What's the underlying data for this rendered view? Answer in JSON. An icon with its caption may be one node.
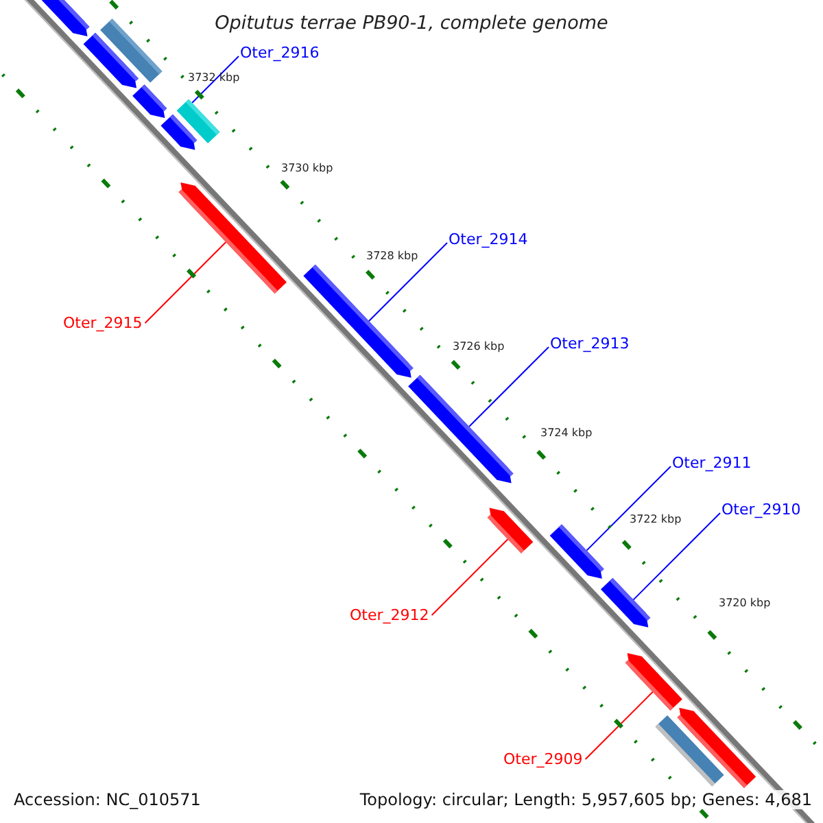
{
  "diagram": {
    "title": "Opitutus terrae PB90-1, complete genome",
    "nodes": [
      {
        "text": [
          "Oter_2916"
        ]
      },
      {
        "text": [
          "Oter_2914"
        ]
      },
      {
        "text": [
          "Oter_2915"
        ]
      },
      {
        "text": [
          "Oter_2913"
        ]
      },
      {
        "text": [
          "Oter_2911"
        ]
      },
      {
        "text": [
          "Oter_2910"
        ]
      },
      {
        "text": [
          "Oter_2912"
        ]
      },
      {
        "text": [
          "Oter_2909"
        ]
      },
      {
        "text": [],
        "shape": "bar"
      },
      {
        "text": [],
        "shape": "box"
      },
      {
        "text": [],
        "shape": "bar"
      },
      {
        "text": [],
        "shape": "bar"
      },
      {
        "text": [],
        "shape": "bar"
      },
      {
        "text": [],
        "shape": "box"
      },
      {
        "text": [],
        "shape": "bar"
      },
      {
        "text": [],
        "shape": "bar"
      },
      {
        "text": [],
        "shape": "bar"
      },
      {
        "text": [],
        "shape": "bar"
      },
      {
        "text": [],
        "shape": "bar"
      },
      {
        "text": [],
        "shape": "bar"
      },
      {
        "text": [],
        "shape": "bar"
      },
      {
        "text": [],
        "shape": "box"
      },
      {
        "text": [],
        "shape": "bar"
      }
    ],
    "edges": [
      {
        "from": 0,
        "to": 13,
        "arrow": "none"
      },
      {
        "from": 1,
        "to": 15,
        "arrow": "none"
      },
      {
        "from": 2,
        "to": 14,
        "arrow": "none",
        "color": "#ff0000"
      },
      {
        "from": 3,
        "to": 16,
        "arrow": "none"
      },
      {
        "from": 4,
        "to": 18,
        "arrow": "none"
      },
      {
        "from": 5,
        "to": 19,
        "arrow": "none"
      },
      {
        "from": 6,
        "to": 17,
        "arrow": "none",
        "color": "#ff0000"
      },
      {
        "from": 7,
        "to": 20,
        "arrow": "none",
        "color": "#ff0000"
      }
    ],
    "labels": [
      "3732 kbp",
      "3730 kbp",
      "3728 kbp",
      "3726 kbp",
      "3724 kbp",
      "3722 kbp",
      "3720 kbp",
      "Accession: NC_010571",
      "Topology: circular; Length: 5,957,605 bp; Genes: 4,681"
    ]
  }
}
